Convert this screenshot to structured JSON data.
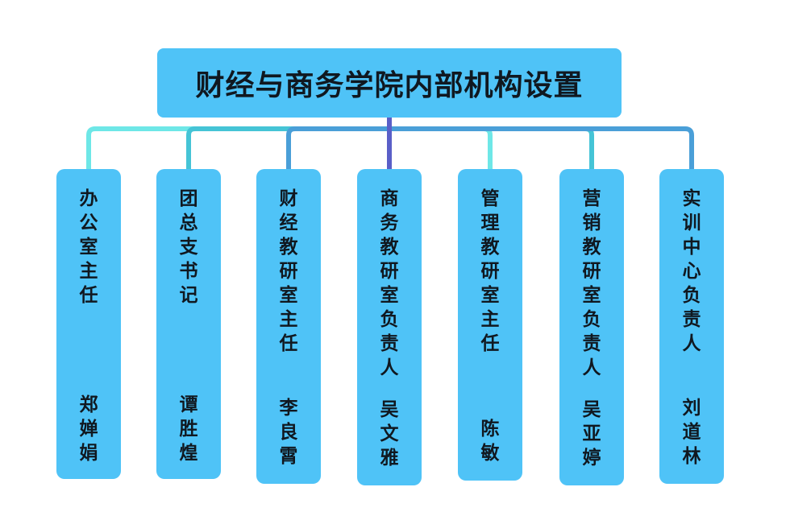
{
  "title": "财经与商务学院内部机构设置",
  "colors": {
    "box": "#4fc3f7",
    "text": "#101820",
    "line_light": "#6ee7e7",
    "line_teal": "#45c4d6",
    "line_mid": "#4a9fd8",
    "line_center": "#5a5fc8"
  },
  "units": [
    {
      "role": "办公室主任",
      "person": "郑婵娟"
    },
    {
      "role": "团总支书记",
      "person": "谭胜煌"
    },
    {
      "role": "财经教研室主任",
      "person": "李良霄"
    },
    {
      "role": "商务教研室负责人",
      "person": "吴文雅"
    },
    {
      "role": "管理教研室主任",
      "person": "陈敏"
    },
    {
      "role": "营销教研室负责人",
      "person": "吴亚婷"
    },
    {
      "role": "实训中心负责人",
      "person": "刘道林"
    }
  ]
}
